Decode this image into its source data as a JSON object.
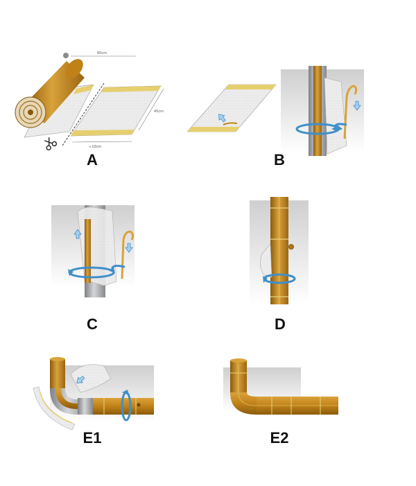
{
  "panels": [
    {
      "id": "A",
      "label": "A"
    },
    {
      "id": "B",
      "label": "B"
    },
    {
      "id": "C",
      "label": "C"
    },
    {
      "id": "D",
      "label": "D"
    },
    {
      "id": "E1",
      "label": "E1"
    },
    {
      "id": "E2",
      "label": "E2"
    }
  ],
  "dimensions": {
    "length": "60cm",
    "height": "45cm",
    "width": "≈10cm"
  },
  "colors": {
    "pipe_wrap": "#c88a1e",
    "pipe_wrap_dark": "#8a5a0c",
    "stripe": "#e9d37a",
    "pipe_steel": "#a9abae",
    "shadow_bg": "#d9d9d9",
    "arrow": "#3f8fc9",
    "paper": "#ffffff"
  },
  "icons": [
    "scissors-icon",
    "rotate-arrow-icon",
    "direction-arrow-icon"
  ]
}
